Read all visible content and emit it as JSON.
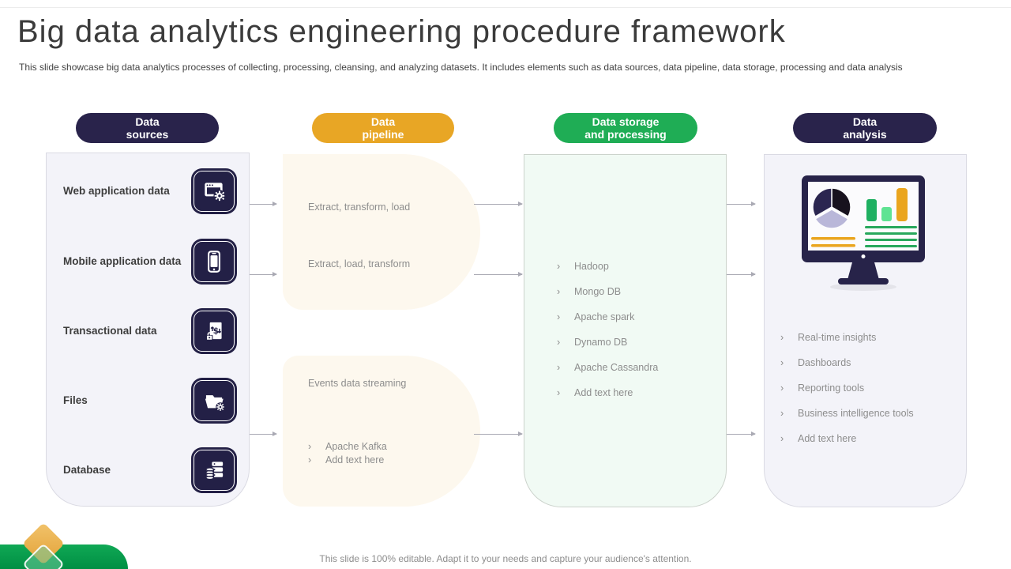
{
  "slide": {
    "title": "Big data analytics engineering procedure framework",
    "subtitle": "This slide showcase big data analytics processes of collecting, processing, cleansing, and analyzing datasets. It includes elements such as data sources, data pipeline, data storage, processing and data analysis",
    "footer": "This slide is 100% editable. Adapt it to your needs and capture your audience's attention."
  },
  "ui": {
    "bullet": "›"
  },
  "colors": {
    "navy": "#29234b",
    "amber": "#e8a625",
    "green": "#1fad55",
    "tile_navy": "#232046",
    "cream_blob": "#fdf8ee",
    "mint_panel": "#f1faf4",
    "lavender_panel": "#f3f3f9"
  },
  "columns": {
    "sources": {
      "header_line1": "Data",
      "header_line2": "sources",
      "items": [
        {
          "label": "Web application data",
          "icon": "web-app-icon"
        },
        {
          "label": "Mobile application data",
          "icon": "mobile-app-icon"
        },
        {
          "label": "Transactional data",
          "icon": "transaction-icon"
        },
        {
          "label": "Files",
          "icon": "files-icon"
        },
        {
          "label": "Database",
          "icon": "database-icon"
        }
      ]
    },
    "pipeline": {
      "header_line1": "Data",
      "header_line2": "pipeline",
      "etl": "Extract, transform, load",
      "elt": "Extract, load, transform",
      "streaming": "Events data streaming",
      "stream_items": [
        "Apache Kafka",
        "Add text here"
      ]
    },
    "storage": {
      "header_line1": "Data storage",
      "header_line2": "and processing",
      "items": [
        "Hadoop",
        "Mongo DB",
        "Apache spark",
        "Dynamo DB",
        "Apache Cassandra",
        "Add text here"
      ]
    },
    "analysis": {
      "header_line1": "Data",
      "header_line2": "analysis",
      "items": [
        "Real-time insights",
        "Dashboards",
        "Reporting tools",
        "Business intelligence tools",
        "Add text here"
      ]
    }
  }
}
